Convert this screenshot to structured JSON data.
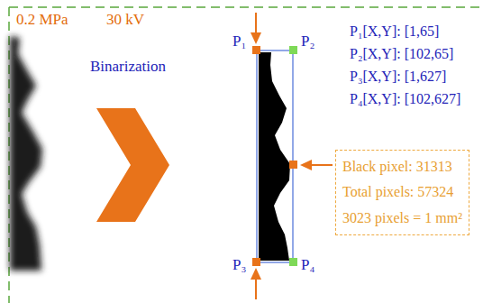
{
  "diagram": {
    "nodes": [
      {
        "text": [
          "Black pixel: 31313",
          "Total pixels: 57324",
          "3023 pixels = 1 mm²"
        ]
      }
    ],
    "labels": [
      "0.2 MPa",
      "30 kV",
      "Binarization",
      "P₁",
      "P₂",
      "P₃",
      "P₄",
      "P₁[X,Y]: [1,65]",
      "P₂[X,Y]: [102,65]",
      "P₃[X,Y]: [1,627]",
      "P₄[X,Y]: [102,627]"
    ]
  }
}
